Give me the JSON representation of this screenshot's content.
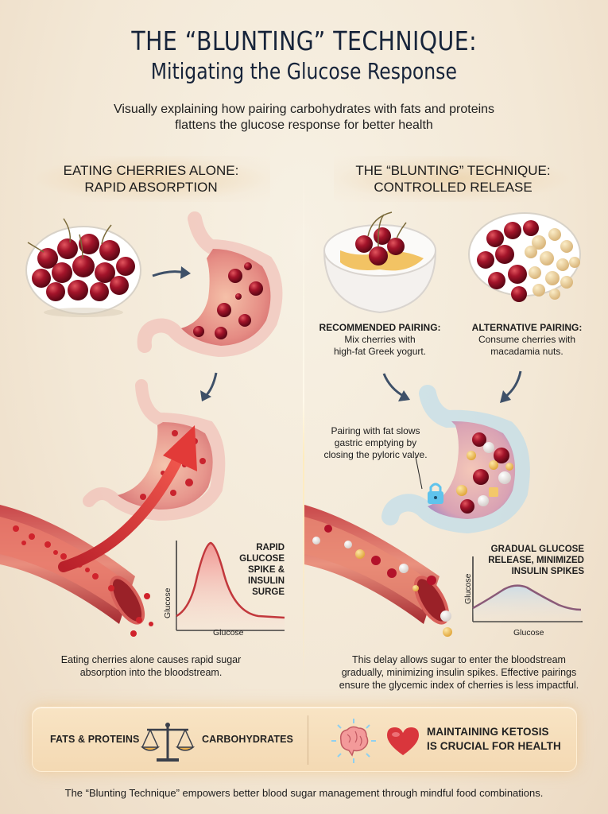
{
  "header": {
    "title": "THE “BLUNTING” TECHNIQUE:",
    "subtitle": "Mitigating the Glucose Response",
    "intro_line1": "Visually explaining how pairing carbohydrates with fats and proteins",
    "intro_line2": "flattens the glucose response for better health"
  },
  "left_panel": {
    "heading_line1": "EATING CHERRIES ALONE:",
    "heading_line2": "RAPID ABSORPTION",
    "chart_label": [
      "RAPID",
      "GLUCOSE",
      "SPIKE &",
      "INSULIN",
      "SURGE"
    ],
    "y_axis": "Glucose",
    "x_axis": "Glucose",
    "caption_line1": "Eating cherries alone causes rapid sugar",
    "caption_line2": "absorption into the bloodstream.",
    "colors": {
      "curve": "#c2383c",
      "fill": "#f6a7a3",
      "arrow": "#d9302e"
    }
  },
  "right_panel": {
    "heading_line1": "THE “BLUNTING” TECHNIQUE:",
    "heading_line2": "CONTROLLED RELEASE",
    "recommended": {
      "title": "RECOMMENDED PAIRING:",
      "line1": "Mix cherries with",
      "line2": "high-fat Greek yogurt."
    },
    "alternative": {
      "title": "ALTERNATIVE PAIRING:",
      "line1": "Consume cherries with",
      "line2": "macadamia nuts."
    },
    "valve_note": [
      "Pairing with fat slows",
      "gastric emptying by",
      "closing the pyloric valve."
    ],
    "chart_label": [
      "GRADUAL GLUCOSE",
      "RELEASE, MINIMIZED",
      "INSULIN SPIKES"
    ],
    "y_axis": "Glucose",
    "x_axis": "Glucose",
    "caption_line1": "This delay allows sugar to enter the bloodstream",
    "caption_line2": "gradually, minimizing insulin spikes. Effective pairings",
    "caption_line3": "ensure the glycemic index of cherries is less impactful.",
    "colors": {
      "curve": "#8a5a78",
      "fill": "#cfe0ea",
      "glow": "#8fd0f0"
    }
  },
  "banner": {
    "left_label": "FATS & PROTEINS",
    "right_label": "CARBOHYDRATES",
    "center_icon": "balance-scale-icon",
    "icons": [
      "brain-icon",
      "heart-icon"
    ],
    "message_line1": "MAINTAINING KETOSIS",
    "message_line2": "IS CRUCIAL FOR HEALTH"
  },
  "footer": {
    "text": "The “Blunting Technique” empowers better blood sugar management through mindful food combinations."
  }
}
